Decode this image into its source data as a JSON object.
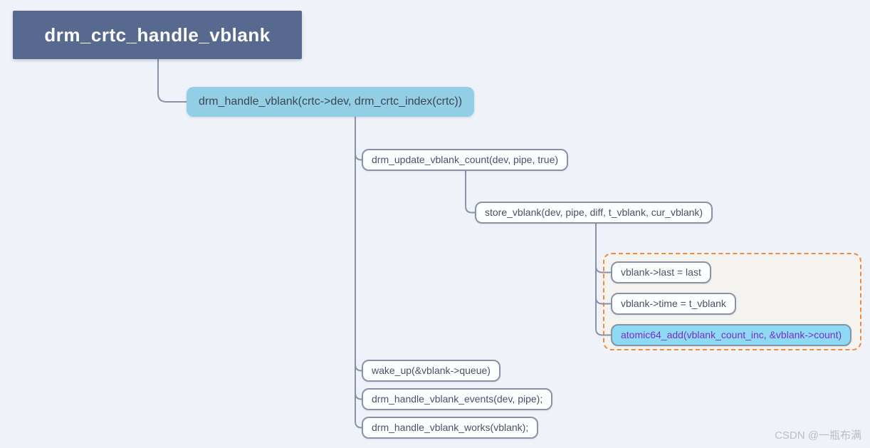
{
  "diagram": {
    "type": "mindmap-call-tree",
    "nodes": {
      "root": {
        "label": "drm_crtc_handle_vblank"
      },
      "drm_handle_vblank": {
        "label": "drm_handle_vblank(crtc->dev, drm_crtc_index(crtc))"
      },
      "drm_update_vblank_count": {
        "label": "drm_update_vblank_count(dev, pipe, true)"
      },
      "store_vblank": {
        "label": "store_vblank(dev, pipe, diff, t_vblank, cur_vblank)"
      },
      "vblank_last": {
        "label": "vblank->last = last"
      },
      "vblank_time": {
        "label": "vblank->time = t_vblank"
      },
      "atomic64_add": {
        "label": "atomic64_add(vblank_count_inc, &vblank->count)"
      },
      "wake_up": {
        "label": "wake_up(&vblank->queue)"
      },
      "drm_handle_vblank_events": {
        "label": "drm_handle_vblank_events(dev, pipe);"
      },
      "drm_handle_vblank_works": {
        "label": "drm_handle_vblank_works(vblank);"
      }
    },
    "hierarchy": {
      "root": [
        "drm_handle_vblank"
      ],
      "drm_handle_vblank": [
        "drm_update_vblank_count",
        "wake_up",
        "drm_handle_vblank_events",
        "drm_handle_vblank_works"
      ],
      "drm_update_vblank_count": [
        "store_vblank"
      ],
      "store_vblank": [
        "vblank_last",
        "vblank_time",
        "atomic64_add"
      ]
    },
    "group": {
      "style": "dashed-orange-border",
      "members": [
        "vblank_last",
        "vblank_time",
        "atomic64_add"
      ]
    },
    "colors": {
      "canvas_bg": "#eff3f9",
      "root_bg": "#58698f",
      "root_text": "#fdfdfe",
      "branch_bg": "#92cfe4",
      "branch_text": "#3d4654",
      "leaf_bg": "#fcfdfe",
      "leaf_border": "#8a93a6",
      "leaf_text": "#4a5365",
      "highlight_bg": "#8ddaf4",
      "highlight_text": "#7b2ec8",
      "group_border": "#f08a3c",
      "group_bg": "#f4f3f0",
      "connector": "#8a93a6"
    }
  },
  "watermark": "CSDN @一瓶布满"
}
